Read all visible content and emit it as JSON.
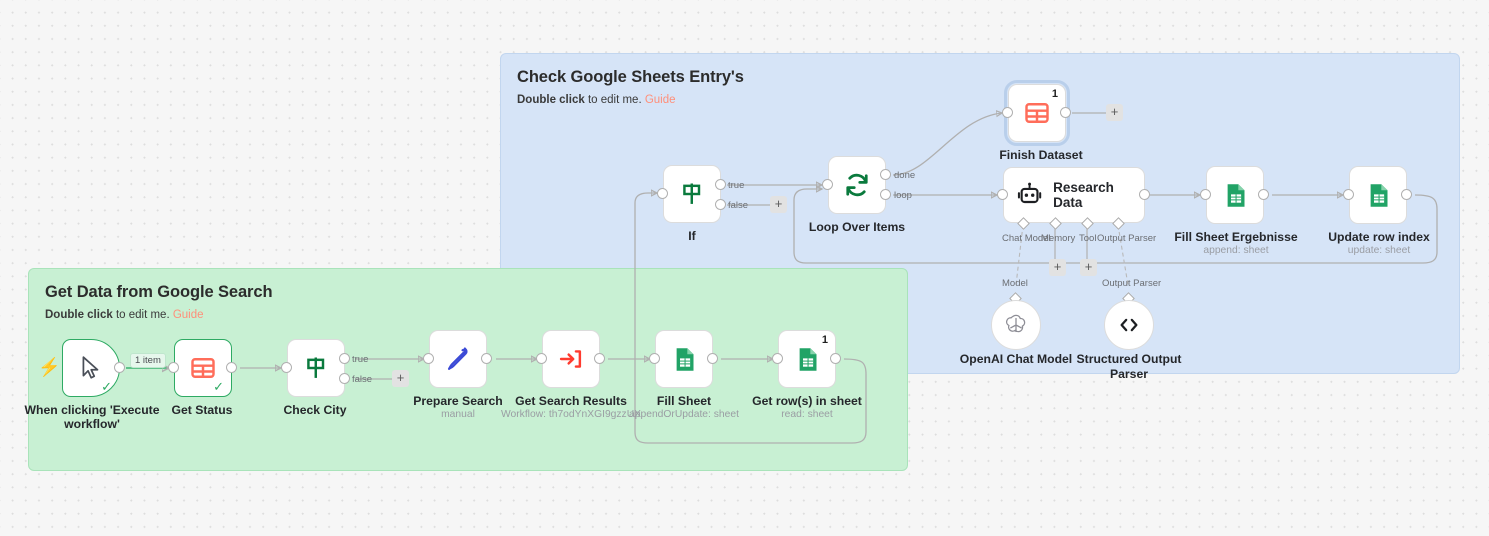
{
  "canvas": {
    "background": "#f6f6f6",
    "dot_color": "#dddddd"
  },
  "sticky_notes": [
    {
      "id": "blue",
      "title": "Check Google Sheets Entry's",
      "sub_bold": "Double click",
      "sub_rest": " to edit me. ",
      "guide": "Guide",
      "color": "#d6e4f7"
    },
    {
      "id": "green",
      "title": "Get Data from Google Search",
      "sub_bold": "Double click",
      "sub_rest": " to edit me. ",
      "guide": "Guide",
      "color": "#c8f0d3"
    }
  ],
  "nodes": {
    "trigger": {
      "label": "When clicking 'Execute workflow'",
      "icon": "cursor-icon",
      "status": "✓"
    },
    "get_status": {
      "label": "Get Status",
      "icon": "airtable-grid-icon",
      "status": "✓"
    },
    "check_city": {
      "label": "Check City",
      "icon": "switch-signpost-icon",
      "outputs": [
        "true",
        "false"
      ]
    },
    "prepare_search": {
      "label": "Prepare Search",
      "subtitle": "manual",
      "icon": "edit-pen-icon"
    },
    "get_search_results": {
      "label": "Get Search Results",
      "subtitle": "Workflow: th7odYnXGI9gzzUX",
      "icon": "execute-workflow-icon"
    },
    "fill_sheet": {
      "label": "Fill Sheet",
      "subtitle": "appendOrUpdate: sheet",
      "icon": "google-sheets-icon"
    },
    "get_rows_in_sheet": {
      "label": "Get row(s) in sheet",
      "subtitle": "read: sheet",
      "icon": "google-sheets-icon",
      "run_count": "1"
    },
    "if": {
      "label": "If",
      "icon": "switch-signpost-icon",
      "outputs": [
        "true",
        "false"
      ]
    },
    "loop_over_items": {
      "label": "Loop Over Items",
      "icon": "loop-refresh-icon",
      "outputs": [
        "done",
        "loop"
      ]
    },
    "finish_dataset": {
      "label": "Finish Dataset",
      "icon": "airtable-grid-icon",
      "run_count": "1",
      "selected": true
    },
    "research_data": {
      "label": "Research Data",
      "icon": "ai-agent-robot-icon",
      "sub_ports": [
        "Chat Model",
        "Memory",
        "Tool",
        "Output Parser"
      ]
    },
    "fill_sheet_ergebnisse": {
      "label": "Fill Sheet Ergebnisse",
      "subtitle": "append: sheet",
      "icon": "google-sheets-icon"
    },
    "update_row_index": {
      "label": "Update row index",
      "subtitle": "update: sheet",
      "icon": "google-sheets-icon"
    },
    "openai_chat_model": {
      "label": "OpenAI Chat Model",
      "port_label": "Model",
      "icon": "openai-icon"
    },
    "structured_output_parser": {
      "label": "Structured Output Parser",
      "port_label": "Output Parser",
      "icon": "code-brackets-icon"
    }
  },
  "edges": {
    "trigger_to_get_status_label": "1 item"
  },
  "plus_buttons": {
    "label": "+"
  },
  "colors": {
    "accent_green": "#2eaa63",
    "accent_red": "#ff6d5a",
    "guide_link": "#ff8f7a",
    "sticky_blue": "#d6e4f7",
    "sticky_green": "#c8f0d3",
    "edge_gray": "#b0b0b0"
  }
}
